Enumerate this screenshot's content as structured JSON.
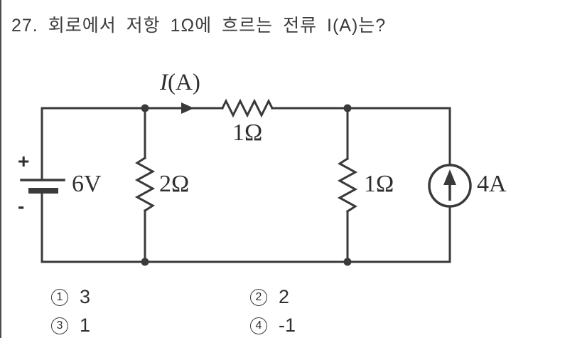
{
  "title": "27. 회로에서 저항 1Ω에 흐르는 전류 I(A)는?",
  "circuit": {
    "current_arrow_label_i": "I",
    "current_arrow_label_unit": "(A)",
    "series_resistor_label": "1Ω",
    "voltage_source_label": "6V",
    "voltage_plus": "+",
    "voltage_minus": "-",
    "left_parallel_resistor_label": "2Ω",
    "right_parallel_resistor_label": "1Ω",
    "current_source_label": "4A"
  },
  "options": [
    {
      "num": "1",
      "value": "3"
    },
    {
      "num": "2",
      "value": "2"
    },
    {
      "num": "3",
      "value": "1"
    },
    {
      "num": "4",
      "value": "-1"
    }
  ],
  "colors": {
    "ink": "#2f2f2f",
    "wire": "#3a3a3a",
    "background": "#ffffff"
  }
}
